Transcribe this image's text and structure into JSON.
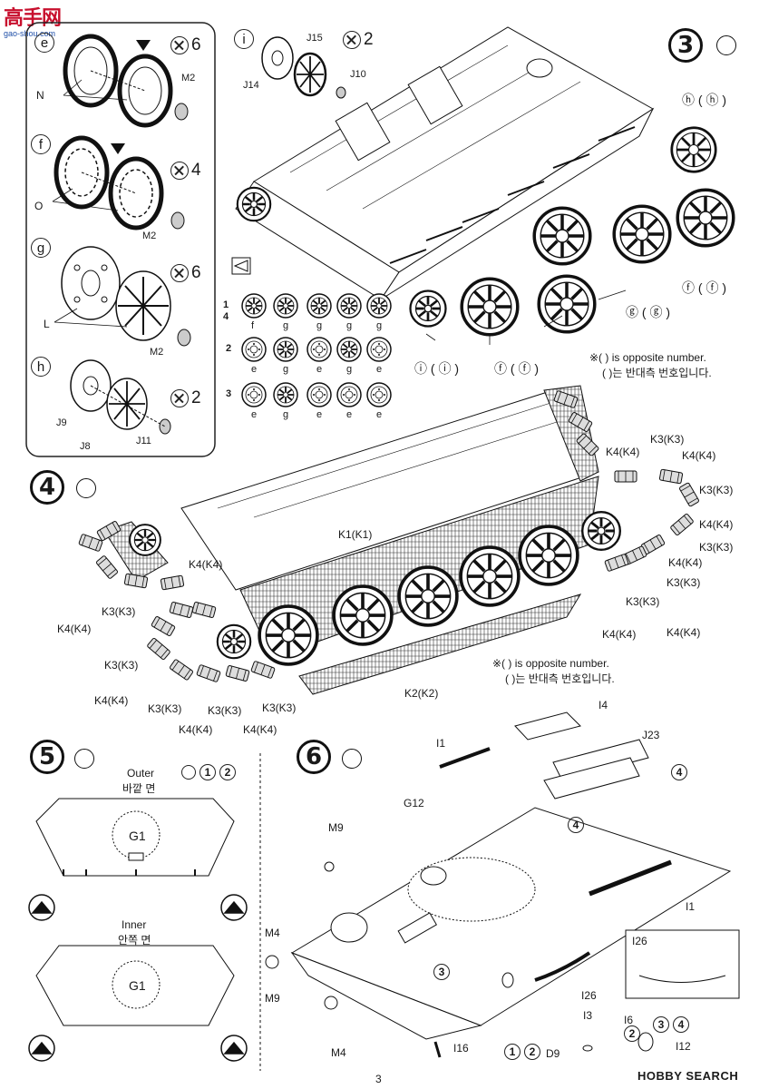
{
  "watermark": {
    "top": "高手网",
    "bottom": "gao-shou.com"
  },
  "page_number": "3",
  "footer_watermark": "HOBBY SEARCH",
  "colors": {
    "ink": "#1a1a1a",
    "paper": "#ffffff",
    "watermark_red": "#c8102e",
    "watermark_blue": "#1f4fa8"
  },
  "steps": {
    "step3": {
      "number": "3",
      "tool_icon": "pliers-icon"
    },
    "step4": {
      "number": "4",
      "tool_icon": "pliers-icon"
    },
    "step5": {
      "number": "5",
      "tool_icon": "pliers-icon",
      "outer_label": "Outer",
      "outer_label_ko": "바깥 면",
      "inner_label": "Inner",
      "inner_label_ko": "안쪽 면",
      "part": "G1",
      "order": [
        "1",
        "2"
      ]
    },
    "step6": {
      "number": "6",
      "tool_icon": "pliers-icon"
    }
  },
  "subassemblies": [
    {
      "letter": "e",
      "qty": "6",
      "parts": [
        "N",
        "M2"
      ]
    },
    {
      "letter": "f",
      "qty": "4",
      "parts": [
        "O",
        "M2"
      ]
    },
    {
      "letter": "g",
      "qty": "6",
      "parts": [
        "L",
        "M2"
      ]
    },
    {
      "letter": "h",
      "qty": "2",
      "parts": [
        "J9",
        "J8",
        "J11"
      ]
    },
    {
      "letter": "i",
      "qty": "2",
      "parts": [
        "J15",
        "J10",
        "J14"
      ]
    }
  ],
  "step3_labels": {
    "h": "ⓗ ( ⓗ )",
    "f_right": "ⓕ ( ⓕ )",
    "g": "ⓖ ( ⓖ )",
    "i": "ⓘ ( ⓘ )",
    "f_mid": "ⓕ ( ⓕ )"
  },
  "wheel_table": {
    "rows": [
      {
        "row": "1 4",
        "wheels": [
          "f",
          "g",
          "g",
          "g",
          "g"
        ]
      },
      {
        "row": "2",
        "wheels": [
          "e",
          "g",
          "e",
          "g",
          "e"
        ]
      },
      {
        "row": "3",
        "wheels": [
          "e",
          "g",
          "e",
          "e",
          "e"
        ]
      }
    ]
  },
  "notes": {
    "opposite_en": "※( ) is opposite number.",
    "opposite_ko": "( )는 반대측 번호입니다."
  },
  "step4_labels": [
    "K1(K1)",
    "K2(K2)",
    "K3(K3)",
    "K4(K4)"
  ],
  "step6_labels": [
    "I1",
    "I4",
    "J23",
    "G12",
    "M9",
    "M4",
    "M9",
    "M4",
    "I3",
    "I26",
    "I16",
    "I6",
    "D9",
    "I12",
    "I1",
    "I26"
  ],
  "step6_refs": {
    "ref_2": "2",
    "ref_3": "3",
    "ref_4": "4",
    "ref_1": "1"
  }
}
